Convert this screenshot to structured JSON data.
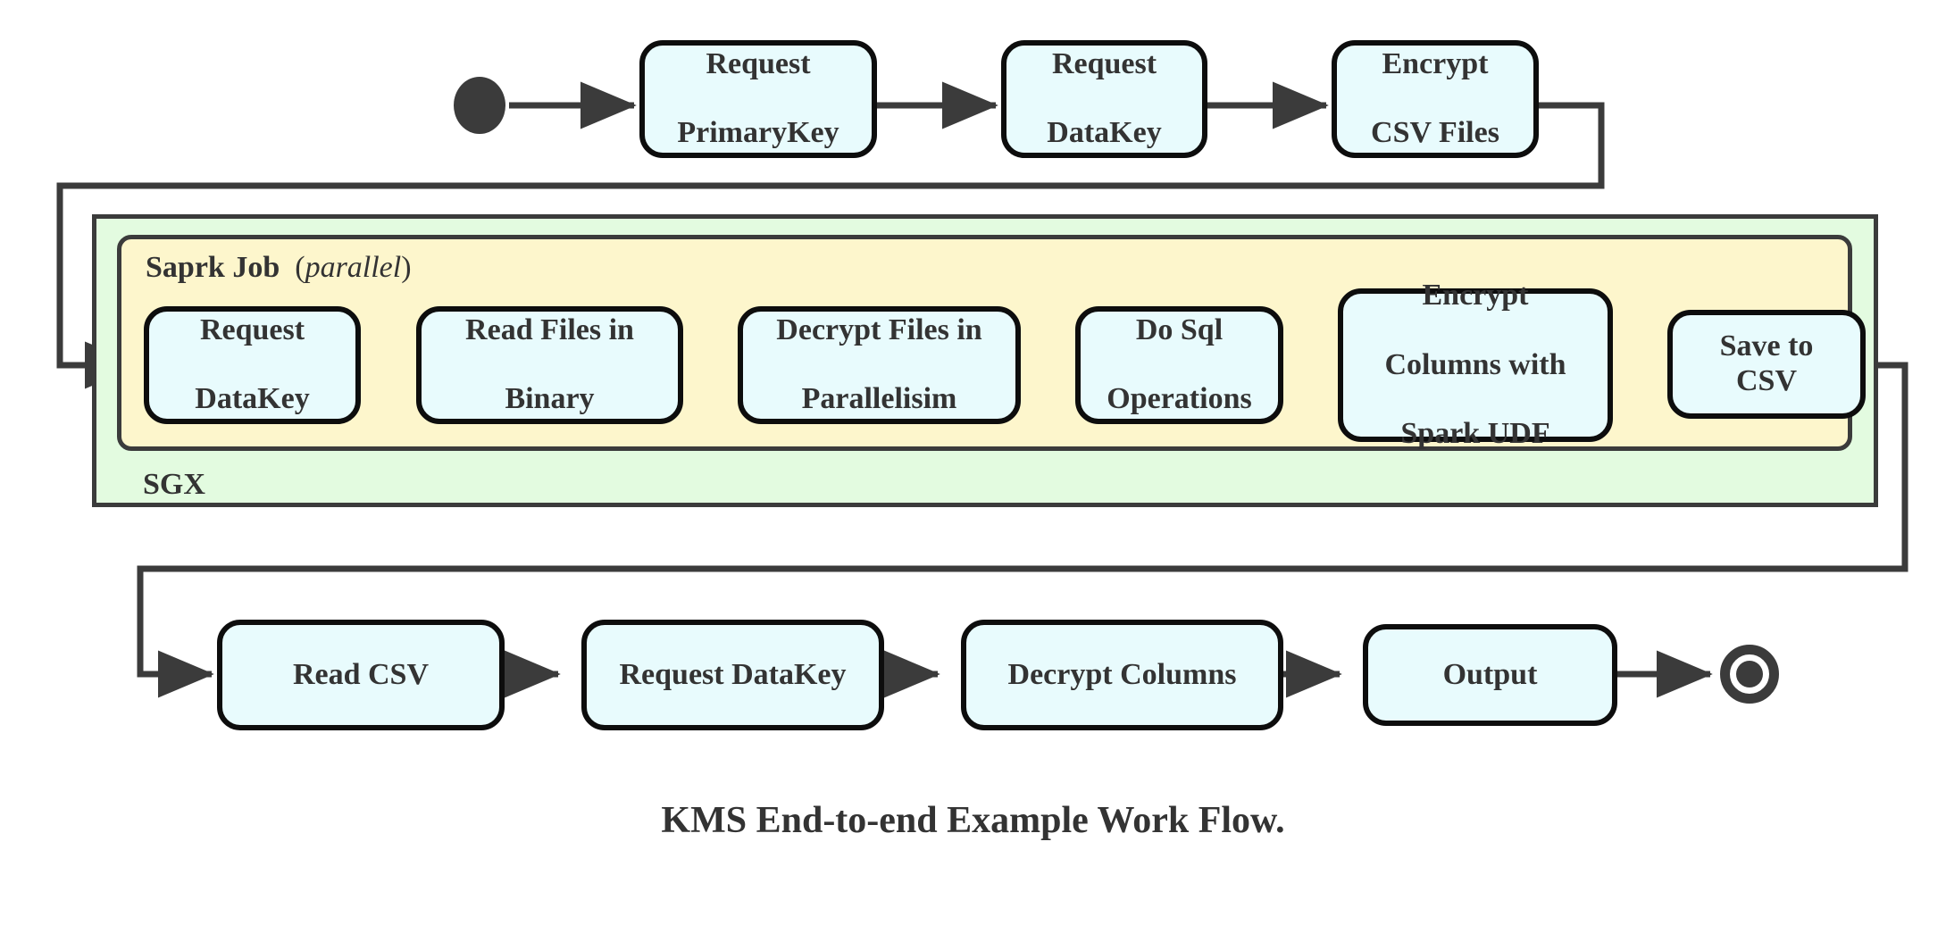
{
  "diagram": {
    "caption": "KMS End-to-end Example Work Flow.",
    "colors": {
      "node_fill": "#e8fbfd",
      "node_stroke": "#0d0d0d",
      "sgx_fill": "#e3fbe0",
      "spark_fill": "#fdf6cc",
      "group_stroke": "#3b3b3b",
      "text": "#333333",
      "connector": "#3b3b3b",
      "background": "#ffffff"
    },
    "markers": {
      "start_label": "start-node",
      "end_label": "end-node"
    },
    "groups": {
      "sgx": {
        "label": "SGX"
      },
      "spark": {
        "label": "Saprk Job",
        "qualifier_open": "(",
        "qualifier": "parallel",
        "qualifier_close": ")"
      }
    },
    "rows": {
      "top": [
        {
          "id": "request-primarykey",
          "line1": "Request",
          "line2": "PrimaryKey"
        },
        {
          "id": "request-datakey-top",
          "line1": "Request",
          "line2": "DataKey"
        },
        {
          "id": "encrypt-csv-files",
          "line1": "Encrypt",
          "line2": "CSV Files"
        }
      ],
      "middle": [
        {
          "id": "request-datakey-spark",
          "line1": "Request",
          "line2": "DataKey",
          "line3": ""
        },
        {
          "id": "read-files-in-binary",
          "line1": "Read Files in",
          "line2": "Binary",
          "line3": ""
        },
        {
          "id": "decrypt-files-in-parallelisim",
          "line1": "Decrypt Files in",
          "line2": "Parallelisim",
          "line3": ""
        },
        {
          "id": "do-sql-operations",
          "line1": "Do Sql",
          "line2": "Operations",
          "line3": ""
        },
        {
          "id": "encrypt-columns-with-spark-udf",
          "line1": "Encrypt",
          "line2": "Columns with",
          "line3": "Spark UDF"
        },
        {
          "id": "save-to-csv",
          "line1": "Save to CSV",
          "line2": "",
          "line3": ""
        }
      ],
      "bottom": [
        {
          "id": "read-csv",
          "line1": "Read CSV"
        },
        {
          "id": "request-datakey-bottom",
          "line1": "Request DataKey"
        },
        {
          "id": "decrypt-columns",
          "line1": "Decrypt Columns"
        },
        {
          "id": "output",
          "line1": "Output"
        }
      ]
    },
    "flow_order": [
      "start",
      "Request PrimaryKey",
      "Request DataKey",
      "Encrypt CSV Files",
      "Request DataKey",
      "Read Files in Binary",
      "Decrypt Files in Parallelisim",
      "Do Sql Operations",
      "Encrypt Columns with Spark UDF",
      "Save to CSV",
      "Read CSV",
      "Request DataKey",
      "Decrypt Columns",
      "Output",
      "end"
    ]
  }
}
